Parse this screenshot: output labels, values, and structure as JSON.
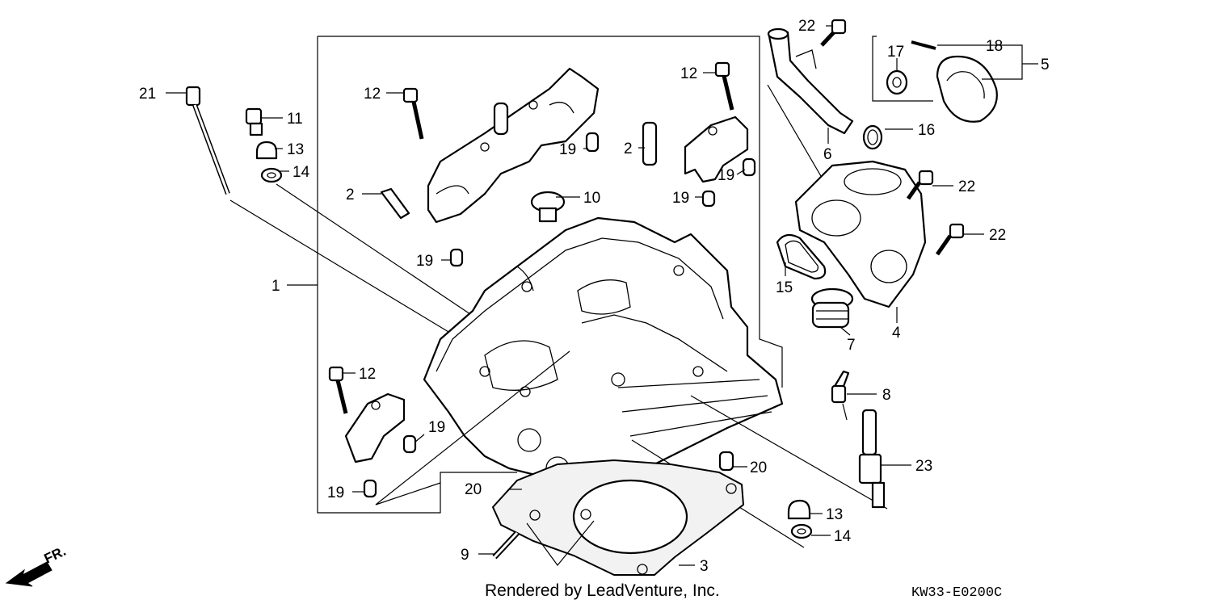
{
  "diagram": {
    "callouts": [
      {
        "id": "c21",
        "label": "21"
      },
      {
        "id": "c11",
        "label": "11"
      },
      {
        "id": "c13a",
        "label": "13"
      },
      {
        "id": "c14a",
        "label": "14"
      },
      {
        "id": "c12a",
        "label": "12"
      },
      {
        "id": "c2a",
        "label": "2"
      },
      {
        "id": "c19a",
        "label": "19"
      },
      {
        "id": "c10",
        "label": "10"
      },
      {
        "id": "c19b",
        "label": "19"
      },
      {
        "id": "c2b",
        "label": "2"
      },
      {
        "id": "c12b",
        "label": "12"
      },
      {
        "id": "c19c",
        "label": "19"
      },
      {
        "id": "c19d",
        "label": "19"
      },
      {
        "id": "c1",
        "label": "1"
      },
      {
        "id": "c12c",
        "label": "12"
      },
      {
        "id": "c19e",
        "label": "19"
      },
      {
        "id": "c19f",
        "label": "19"
      },
      {
        "id": "c20a",
        "label": "20"
      },
      {
        "id": "c20b",
        "label": "20"
      },
      {
        "id": "c9",
        "label": "9"
      },
      {
        "id": "c3",
        "label": "3"
      },
      {
        "id": "c22a",
        "label": "22"
      },
      {
        "id": "c17",
        "label": "17"
      },
      {
        "id": "c18",
        "label": "18"
      },
      {
        "id": "c5",
        "label": "5"
      },
      {
        "id": "c16",
        "label": "16"
      },
      {
        "id": "c6",
        "label": "6"
      },
      {
        "id": "c22b",
        "label": "22"
      },
      {
        "id": "c22c",
        "label": "22"
      },
      {
        "id": "c15",
        "label": "15"
      },
      {
        "id": "c7",
        "label": "7"
      },
      {
        "id": "c4",
        "label": "4"
      },
      {
        "id": "c8",
        "label": "8"
      },
      {
        "id": "c23",
        "label": "23"
      },
      {
        "id": "c13b",
        "label": "13"
      },
      {
        "id": "c14b",
        "label": "14"
      }
    ],
    "direction_label": "FR.",
    "credit": "Rendered by LeadVenture, Inc.",
    "diagram_code": "KW33-E0200C"
  }
}
